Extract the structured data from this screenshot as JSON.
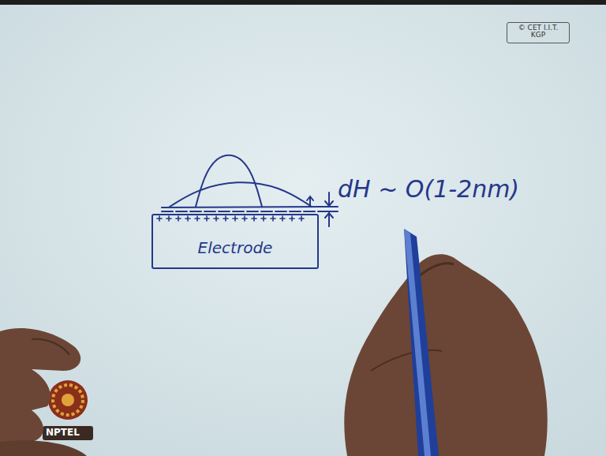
{
  "diagram": {
    "nodes": [
      {
        "text": [
          "© CET I.I.T. KGP"
        ]
      },
      {
        "text": [
          "Electrode"
        ]
      }
    ],
    "labels": [
      "dH ~ O(1-2nm)",
      "NPTEL"
    ]
  }
}
